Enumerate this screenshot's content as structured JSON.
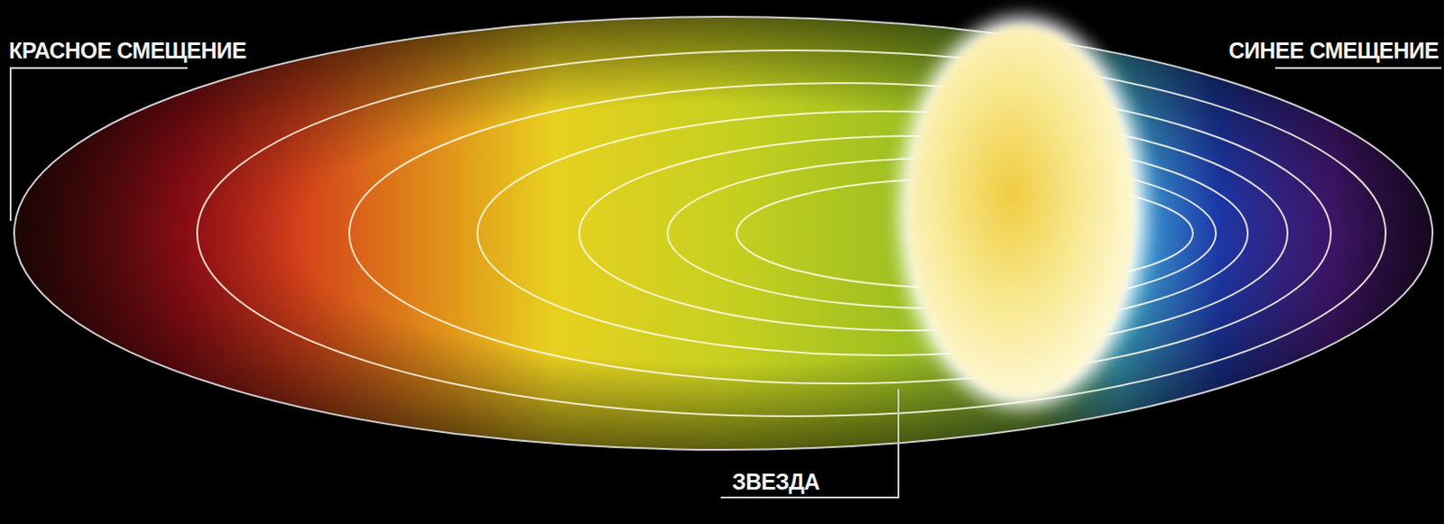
{
  "diagram": {
    "labels": [
      "КРАСНОЕ СМЕЩЕНИЕ",
      "СИНЕЕ СМЕЩЕНИЕ",
      "ЗВЕЗДА"
    ]
  }
}
